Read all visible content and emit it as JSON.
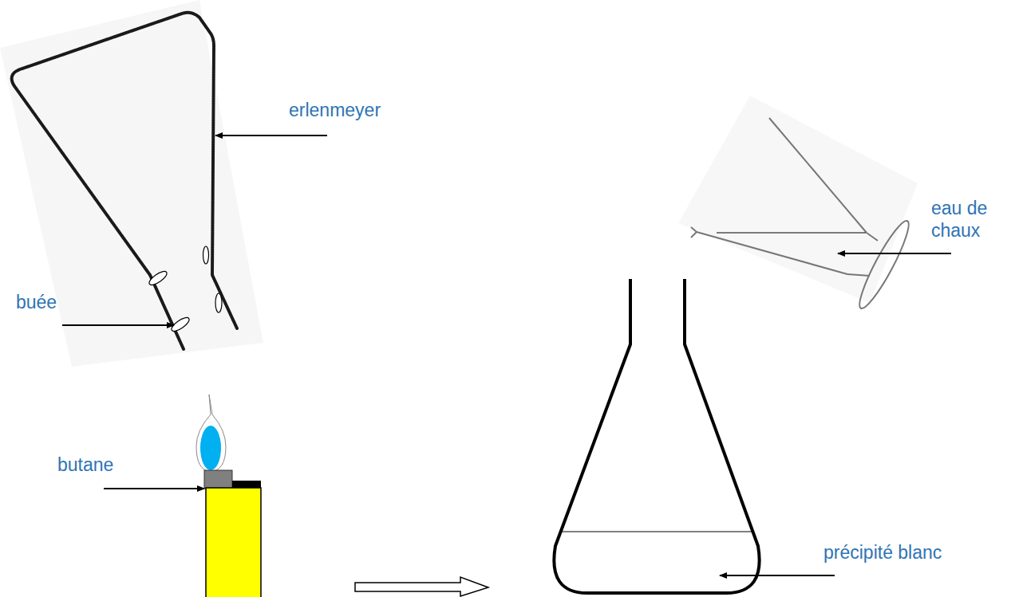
{
  "diagram": {
    "labels": [
      "erlenmeyer",
      "eau de chaux",
      "buée",
      "butane",
      "précipité blanc"
    ]
  }
}
